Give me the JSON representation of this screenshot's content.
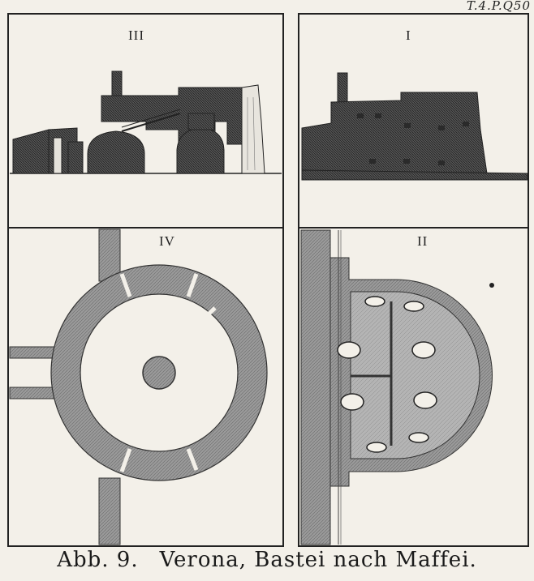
{
  "catalog_mark": "T.4.P.Q50",
  "panels": {
    "iii": {
      "label": "III"
    },
    "i": {
      "label": "I"
    },
    "iv": {
      "label": "IV"
    },
    "ii": {
      "label": "II"
    }
  },
  "caption": {
    "figure": "Abb. 9.",
    "text": "Verona, Bastei nach Maffei."
  },
  "colors": {
    "paper": "#f3f0e9",
    "ink": "#1e1e1e",
    "hatch_dark": "#3a3a3a",
    "hatch_mid": "#8a8a8a"
  }
}
